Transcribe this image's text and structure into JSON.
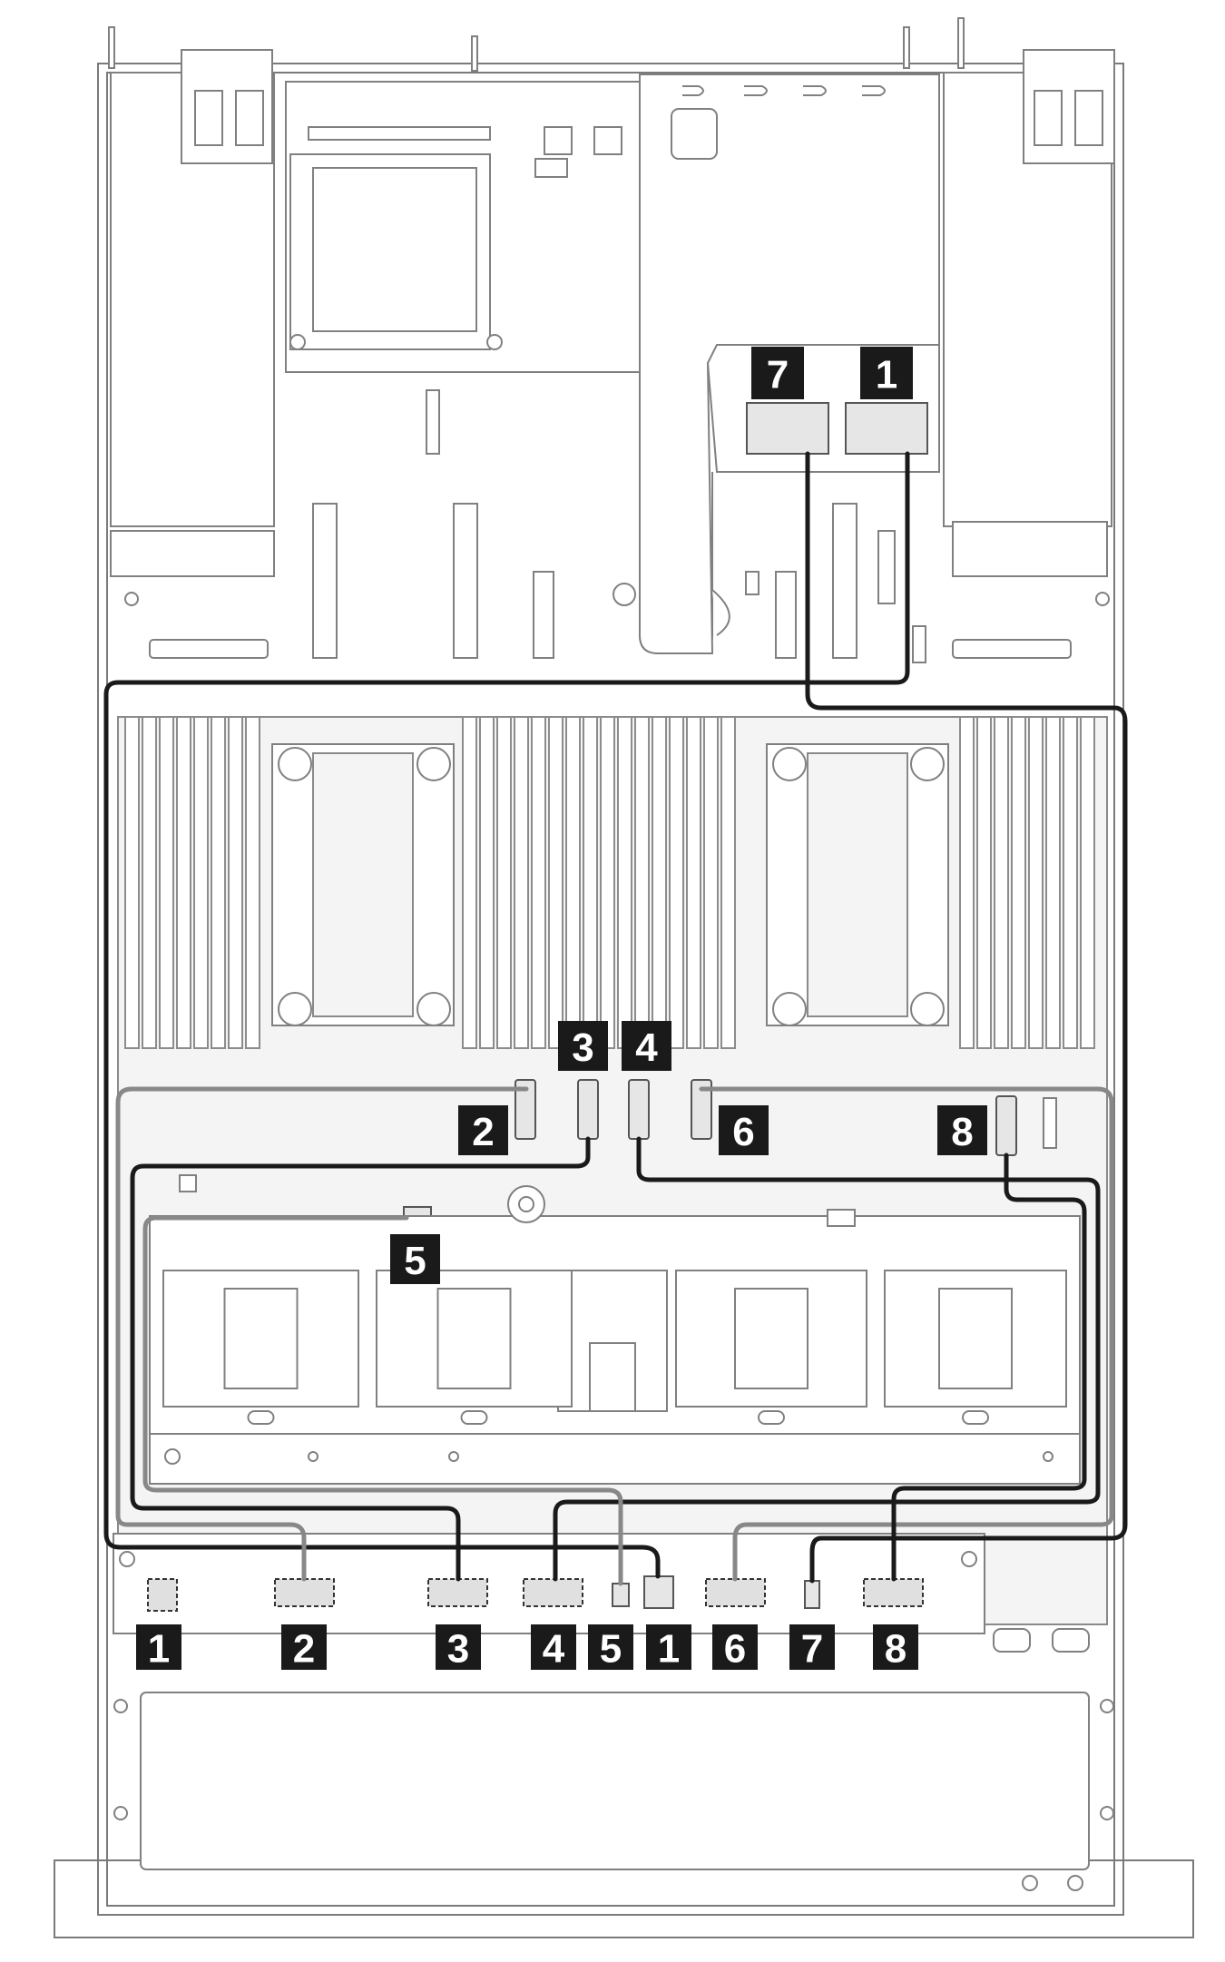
{
  "callouts": {
    "riser_7": "7",
    "riser_1": "1",
    "board_3": "3",
    "board_4": "4",
    "board_2": "2",
    "board_6": "6",
    "board_8": "8",
    "board_5": "5",
    "bp_1a": "1",
    "bp_2": "2",
    "bp_3": "3",
    "bp_4": "4",
    "bp_5": "5",
    "bp_1b": "1",
    "bp_6": "6",
    "bp_7": "7",
    "bp_8": "8"
  },
  "colors": {
    "cable_black": "#1a1a1a",
    "cable_gray": "#888888",
    "callout_fill": "#1a1a1a",
    "callout_text": "#ffffff"
  }
}
